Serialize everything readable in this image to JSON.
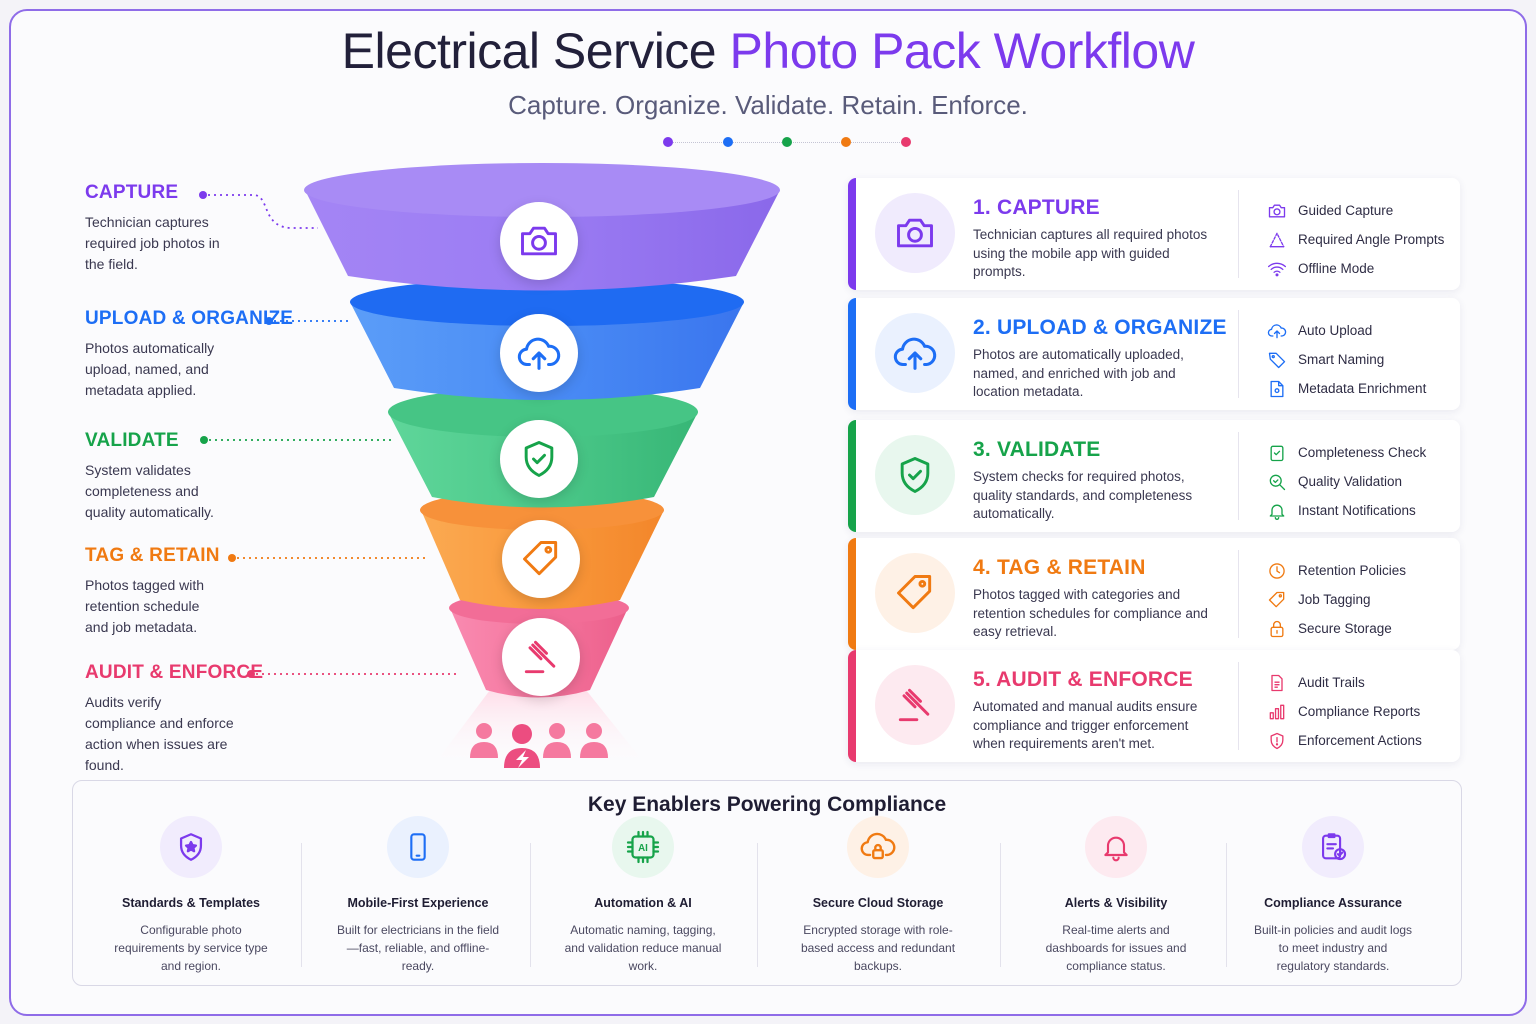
{
  "header": {
    "title_plain": "Electrical Service",
    "title_accent": "Photo Pack Workflow",
    "subtitle": "Capture. Organize. Validate. Retain. Enforce."
  },
  "colors": {
    "capture": "#7c3aed",
    "upload": "#1d6ef5",
    "validate": "#16a34a",
    "tag": "#f07a12",
    "audit": "#e83a6e"
  },
  "steps_left": [
    {
      "title": "CAPTURE",
      "desc": "Technician captures required job photos in the field."
    },
    {
      "title": "UPLOAD & ORGANIZE",
      "desc": "Photos automatically upload, named, and metadata applied."
    },
    {
      "title": "VALIDATE",
      "desc": "System validates completeness and quality automatically."
    },
    {
      "title": "TAG & RETAIN",
      "desc": "Photos tagged with retention schedule and job metadata."
    },
    {
      "title": "AUDIT & ENFORCE",
      "desc": "Audits verify compliance and enforce action when issues are found."
    }
  ],
  "cards": [
    {
      "title": "1. CAPTURE",
      "desc": "Technician captures all required photos using the mobile app with guided prompts.",
      "features": [
        {
          "label": "Guided Capture",
          "icon": "camera-icon"
        },
        {
          "label": "Required Angle Prompts",
          "icon": "angle-icon"
        },
        {
          "label": "Offline Mode",
          "icon": "wifi-icon"
        }
      ]
    },
    {
      "title": "2. UPLOAD & ORGANIZE",
      "desc": "Photos are automatically uploaded, named, and enriched with job and location metadata.",
      "features": [
        {
          "label": "Auto Upload",
          "icon": "cloud-upload-icon"
        },
        {
          "label": "Smart Naming",
          "icon": "tag-icon"
        },
        {
          "label": "Metadata Enrichment",
          "icon": "file-location-icon"
        }
      ]
    },
    {
      "title": "3. VALIDATE",
      "desc": "System checks for required photos, quality standards, and completeness automatically.",
      "features": [
        {
          "label": "Completeness Check",
          "icon": "clipboard-check-icon"
        },
        {
          "label": "Quality Validation",
          "icon": "magnifier-check-icon"
        },
        {
          "label": "Instant Notifications",
          "icon": "bell-icon"
        }
      ]
    },
    {
      "title": "4. TAG & RETAIN",
      "desc": "Photos tagged with categories and retention schedules for compliance and easy retrieval.",
      "features": [
        {
          "label": "Retention Policies",
          "icon": "clock-icon"
        },
        {
          "label": "Job Tagging",
          "icon": "tag-icon"
        },
        {
          "label": "Secure Storage",
          "icon": "lock-icon"
        }
      ]
    },
    {
      "title": "5. AUDIT & ENFORCE",
      "desc": "Automated and manual audits ensure compliance and trigger enforcement when requirements aren't met.",
      "features": [
        {
          "label": "Audit Trails",
          "icon": "document-icon"
        },
        {
          "label": "Compliance Reports",
          "icon": "bar-chart-icon"
        },
        {
          "label": "Enforcement Actions",
          "icon": "shield-alert-icon"
        }
      ]
    }
  ],
  "enablers": {
    "title": "Key Enablers Powering Compliance",
    "items": [
      {
        "title": "Standards & Templates",
        "desc": "Configurable photo requirements by service type and region.",
        "icon": "shield-star-icon",
        "color": "#7c3aed"
      },
      {
        "title": "Mobile-First Experience",
        "desc": "Built for electricians in the field—fast, reliable, and offline-ready.",
        "icon": "phone-icon",
        "color": "#1d6ef5"
      },
      {
        "title": "Automation & AI",
        "desc": "Automatic naming, tagging, and validation reduce manual work.",
        "icon": "ai-chip-icon",
        "color": "#16a34a"
      },
      {
        "title": "Secure Cloud Storage",
        "desc": "Encrypted storage with role-based access and redundant backups.",
        "icon": "cloud-lock-icon",
        "color": "#f07a12"
      },
      {
        "title": "Alerts & Visibility",
        "desc": "Real-time alerts and dashboards for issues and compliance status.",
        "icon": "bell-icon",
        "color": "#e83a6e"
      },
      {
        "title": "Compliance Assurance",
        "desc": "Built-in policies and audit logs to meet industry and regulatory standards.",
        "icon": "clipboard-check-icon",
        "color": "#7c3aed"
      }
    ]
  }
}
